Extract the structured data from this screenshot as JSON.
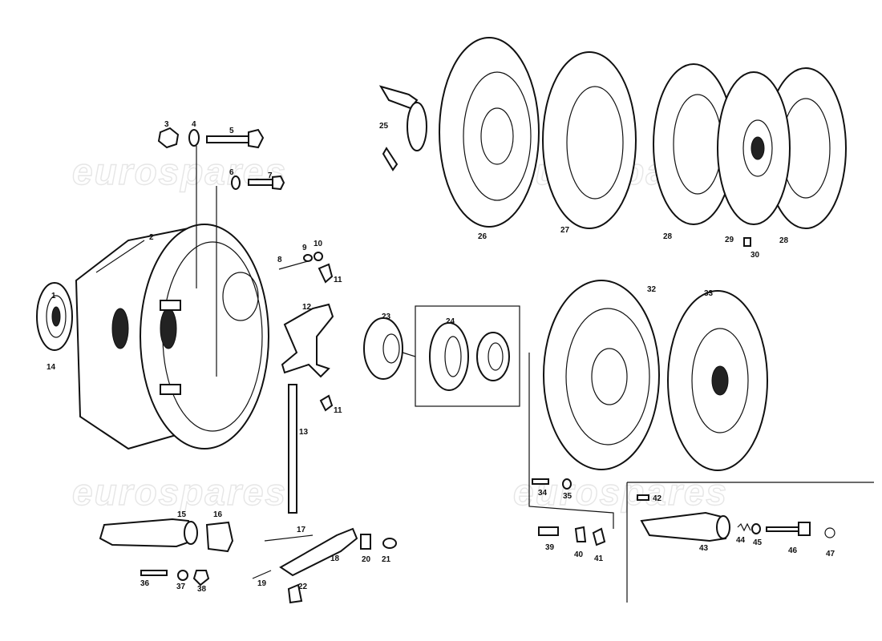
{
  "watermark": "eurospares",
  "callouts": [
    "1",
    "2",
    "3",
    "4",
    "5",
    "6",
    "7",
    "8",
    "9",
    "10",
    "11",
    "11",
    "12",
    "13",
    "14",
    "15",
    "16",
    "17",
    "18",
    "19",
    "20",
    "21",
    "22",
    "23",
    "24",
    "25",
    "26",
    "27",
    "28",
    "28",
    "29",
    "30",
    "32",
    "33",
    "34",
    "35",
    "36",
    "37",
    "38",
    "39",
    "40",
    "41",
    "42",
    "43",
    "44",
    "45",
    "46",
    "47"
  ],
  "parts": [
    "bearing-ring",
    "clutch-bell-housing",
    "nut",
    "washer",
    "long-bolt",
    "washer",
    "bolt",
    "stud",
    "washer",
    "nut",
    "spring-clip",
    "clutch-fork",
    "fork-rod",
    "bearing-ring",
    "slave-cylinder",
    "rubber-boot",
    "adjuster-rod",
    "clutch-lever",
    "pin",
    "spring-clip",
    "nut",
    "cap",
    "release-bearing",
    "release-bearing-set",
    "link-plate",
    "pressure-plate",
    "pressure-plate-ring",
    "friction-disc-ring",
    "friction-disc-ring",
    "clutch-disc",
    "small-bolt",
    "pressure-plate",
    "clutch-disc",
    "bolt",
    "washer",
    "stud",
    "nut",
    "nut",
    "union",
    "clip",
    "clip",
    "bleed-screw",
    "slave-cylinder",
    "spring",
    "washer",
    "push-rod",
    "circlip"
  ]
}
